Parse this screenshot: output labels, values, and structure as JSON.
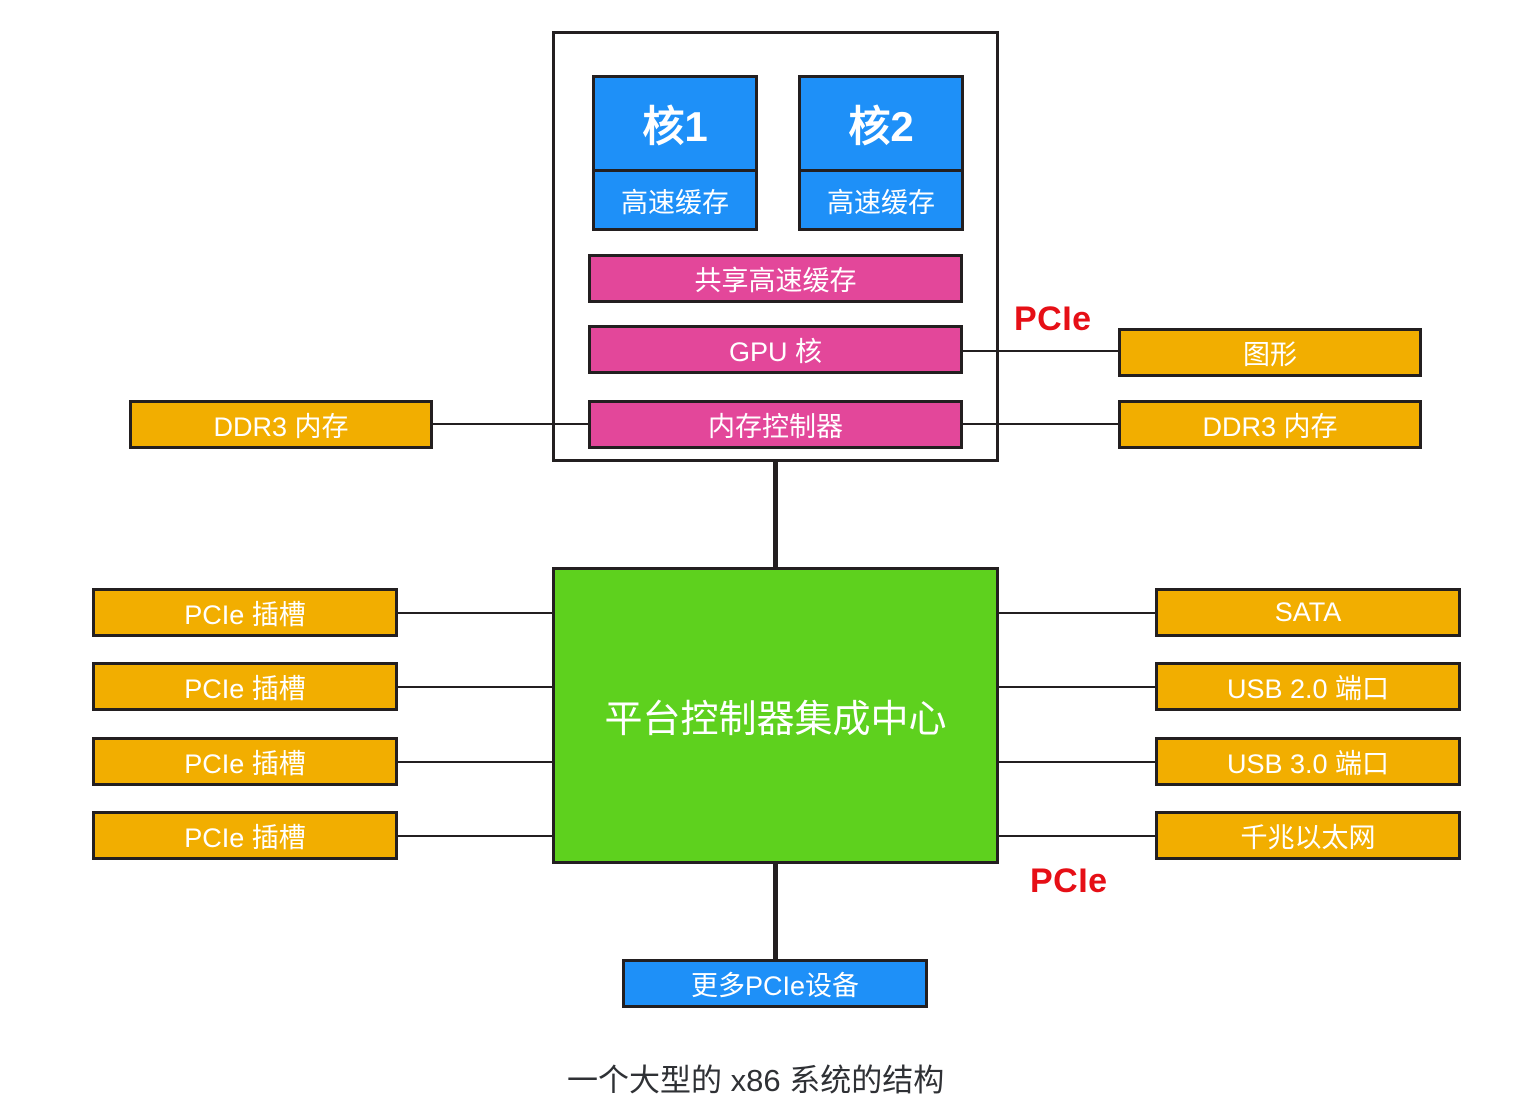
{
  "diagram": {
    "caption": "一个大型的 x86 系统的结构",
    "colors": {
      "core_blue": "#1e90f8",
      "cache_pink": "#e3479a",
      "peripheral_orange": "#f2ae00",
      "pch_green": "#5ed11e",
      "pcie_red": "#e60f16",
      "outline": "#231f20",
      "background": "#ffffff"
    }
  },
  "cpu_package": {
    "cores": [
      {
        "name": "核1",
        "cache": "高速缓存"
      },
      {
        "name": "核2",
        "cache": "高速缓存"
      }
    ],
    "shared_blocks": [
      {
        "label": "共享高速缓存"
      },
      {
        "label": "GPU 核"
      },
      {
        "label": "内存控制器"
      }
    ]
  },
  "memory": {
    "left": "DDR3 内存",
    "right": "DDR3 内存"
  },
  "graphics": {
    "label": "图形"
  },
  "pcie_labels": {
    "top": "PCIe",
    "bottom": "PCIe"
  },
  "pch": {
    "label": "平台控制器集成中心"
  },
  "pcie_slots": [
    {
      "label": "PCIe 插槽"
    },
    {
      "label": "PCIe 插槽"
    },
    {
      "label": "PCIe 插槽"
    },
    {
      "label": "PCIe 插槽"
    }
  ],
  "io_ports": [
    {
      "label": "SATA"
    },
    {
      "label": "USB 2.0 端口"
    },
    {
      "label": "USB 3.0 端口"
    },
    {
      "label": "千兆以太网"
    }
  ],
  "more_devices": {
    "label": "更多PCIe设备"
  }
}
